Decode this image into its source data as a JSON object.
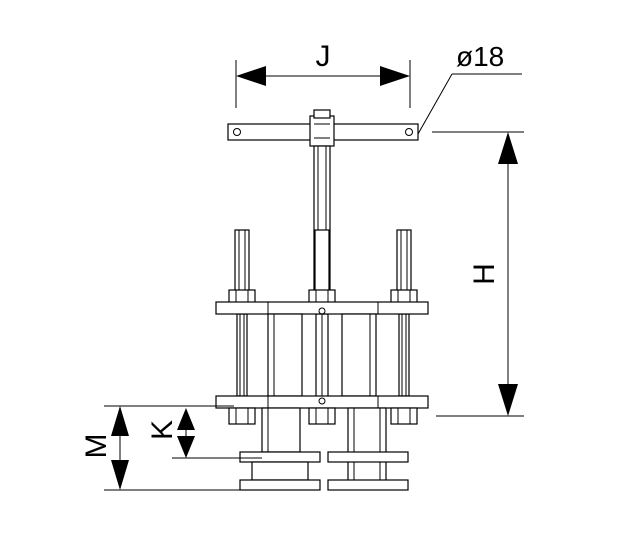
{
  "labels": {
    "j": "J",
    "diameter": "ø18",
    "h": "H",
    "m": "M",
    "k": "K"
  }
}
